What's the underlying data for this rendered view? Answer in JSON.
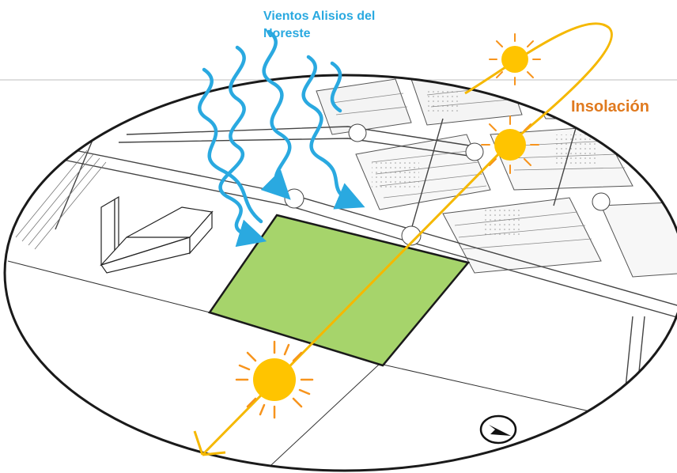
{
  "labels": {
    "wind_line1": "Vientos  Alisios del",
    "wind_line2": "Noreste",
    "insolation": "Insolación"
  },
  "colors": {
    "wind": "#2aa9e0",
    "insolation_text": "#e07a1f",
    "sun_path": "#f5b800",
    "sun_core": "#ffc400",
    "sun_rays": "#f7941d",
    "site": "#a6d46b",
    "outline": "#1a1a1a"
  },
  "icons": {
    "sun": "sun-icon",
    "wind": "wind-arrow-icon",
    "north": "north-arrow-icon",
    "building": "building-block-icon"
  }
}
